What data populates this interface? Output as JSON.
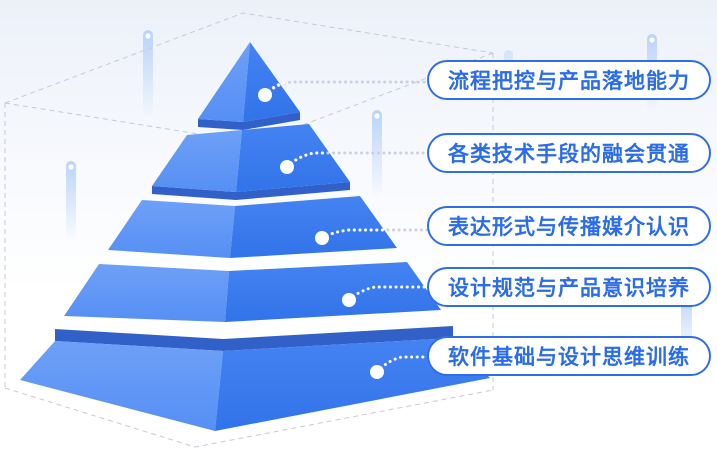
{
  "diagram": {
    "title": "design-skill-pyramid",
    "type": "pyramid-infographic",
    "levels": [
      {
        "id": 1,
        "position": "top",
        "label": "流程把控与产品落地能力"
      },
      {
        "id": 2,
        "position": "second",
        "label": "各类技术手段的融会贯通"
      },
      {
        "id": 3,
        "position": "middle",
        "label": "表达形式与传播媒介认识"
      },
      {
        "id": 4,
        "position": "fourth",
        "label": "设计规范与产品意识培养"
      },
      {
        "id": 5,
        "position": "bottom",
        "label": "软件基础与设计思维训练"
      }
    ]
  },
  "colors": {
    "face_left_top": "#6da0f7",
    "face_left_bottom": "#568ff4",
    "face_right_top": "#4583f2",
    "face_right_bottom": "#3173e9",
    "band": "#3161c8",
    "pill_border": "#2e6fe8",
    "pill_text": "#2b6ce8",
    "connector_gray": "#c9d1df",
    "connector_white": "#ffffff",
    "dash": "#c3cad7",
    "pillar": "#b7d2fa",
    "background_top": "#ecf1f9"
  }
}
